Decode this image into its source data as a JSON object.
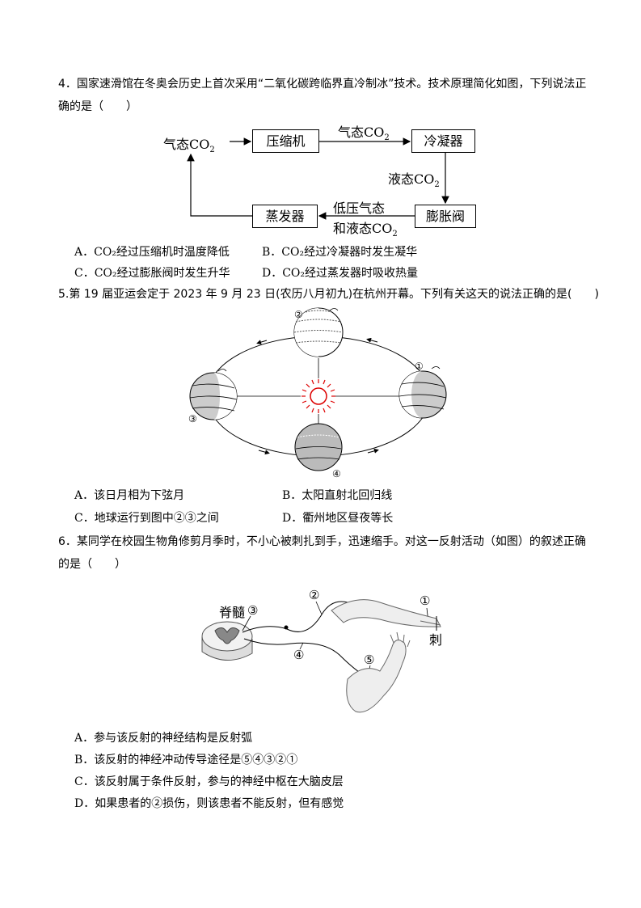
{
  "q4": {
    "line1": "4．国家速滑馆在冬奥会历史上首次采用“二氧化碳跨临界直冷制冰”技术。技术原理简化如图，下列说法正",
    "line2": "确的是（　　）",
    "diagram": {
      "gas_co2": "气态CO",
      "compressor": "压缩机",
      "arrow_gas": "气态CO",
      "condenser": "冷凝器",
      "liquid": "液态CO",
      "expansion": "膨胀阀",
      "mix_line1": "低压气态",
      "mix_line2": "和液态CO",
      "evaporator": "蒸发器",
      "sub2": "2"
    },
    "options": {
      "A": "A．CO₂经过压缩机时温度降低",
      "B": "B．CO₂经过冷凝器时发生凝华",
      "C": "C．CO₂经过膨胀阀时发生升华",
      "D": "D．CO₂经过蒸发器时吸收热量"
    }
  },
  "q5": {
    "line1": "5.第 19 届亚运会定于 2023 年 9 月 23 日(农历八月初九)在杭州开幕。下列有关这天的说法正确的是(　　)",
    "markers": [
      "②",
      "①",
      "③",
      "④"
    ],
    "options": {
      "A": "A．该日月相为下弦月",
      "B": "B．太阳直射北回归线",
      "C": "C．地球运行到图中②③之间",
      "D": "D．衢州地区昼夜等长"
    }
  },
  "q6": {
    "line1": "6．某同学在校园生物角修剪月季时，不小心被刺扎到手，迅速缩手。对这一反射活动（如图）的叙述正确",
    "line2": "的是（　　）",
    "labels": {
      "spinal_cord": "脊髓",
      "thorn": "刺",
      "m1": "①",
      "m2": "②",
      "m3": "③",
      "m4": "④",
      "m5": "⑤"
    },
    "options": {
      "A": "A．参与该反射的神经结构是反射弧",
      "B": "B．该反射的神经冲动传导途径是⑤④③②①",
      "C": "C．该反射属于条件反射，参与的神经中枢在大脑皮层",
      "D": "D．如果患者的②损伤，则该患者不能反射，但有感觉"
    }
  }
}
